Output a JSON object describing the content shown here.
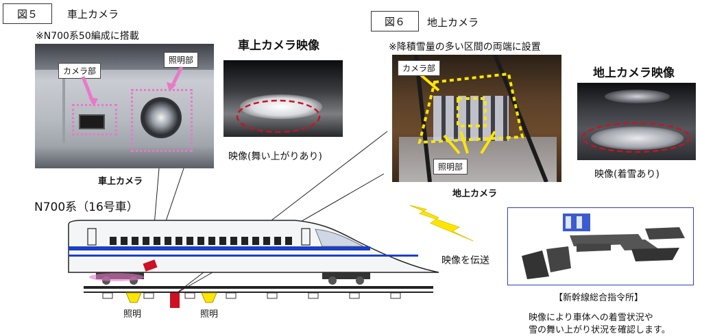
{
  "fig5": {
    "label": "図５",
    "title": "車上カメラ",
    "note": "※N700系50編成に搭載",
    "callout_camera": "カメラ部",
    "callout_light": "照明部",
    "photo_caption": "車上カメラ",
    "video_title": "車上カメラ映像",
    "video_caption": "映像(舞い上がりあり)"
  },
  "fig6": {
    "label": "図６",
    "title": "地上カメラ",
    "note": "※降積雪量の多い区間の両端に設置",
    "callout_camera": "カメラ部",
    "callout_light": "照明部",
    "photo_caption": "地上カメラ",
    "video_title": "地上カメラ映像",
    "video_caption": "映像(着雪あり)"
  },
  "train_label": "N700系（16号車）",
  "light_left": "照明",
  "light_right": "照明",
  "transmit_label": "映像を伝送",
  "control_center": "【新幹線総合指令所】",
  "footer_line1": "映像により車体への着雪状況や",
  "footer_line2": "雪の舞い上がり状況を確認します。",
  "colors": {
    "accent_red": "#cc1122",
    "pink": "#e879c8",
    "yellow": "#ffe600",
    "blue_stripe": "#1a3fc8"
  }
}
